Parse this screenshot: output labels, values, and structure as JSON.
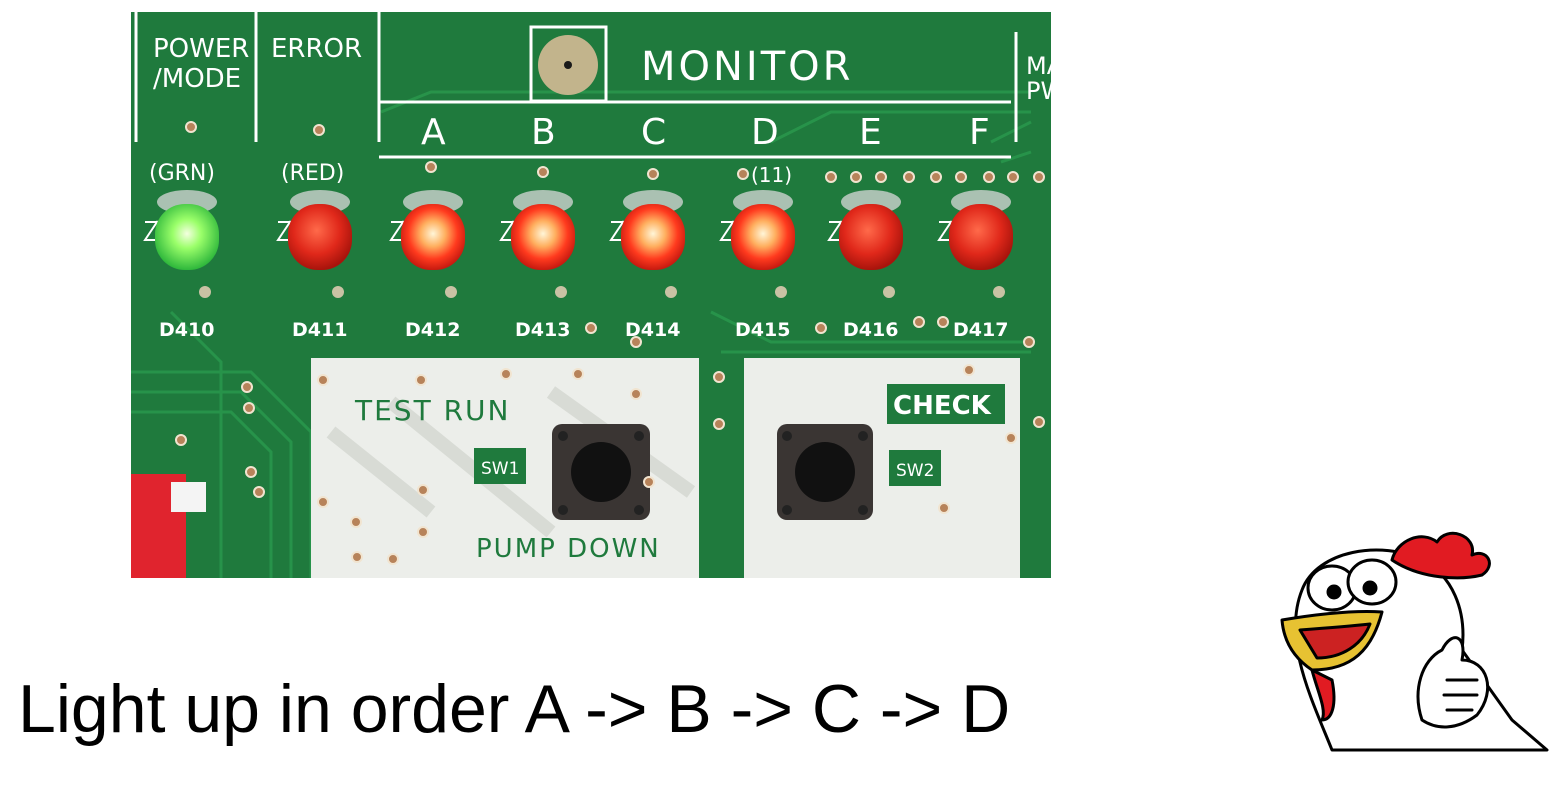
{
  "board": {
    "headers": {
      "power": "POWER",
      "power2": "/MODE",
      "error": "ERROR",
      "monitor": "MONITOR",
      "ma": "MA",
      "pw": "PW"
    },
    "channels": [
      "A",
      "B",
      "C",
      "D",
      "E",
      "F"
    ],
    "led_color_notes": {
      "grn": "(GRN)",
      "red": "(RED)",
      "eleven": "(11)"
    },
    "leds": [
      {
        "label": "D410",
        "color": "#3fe05a",
        "lit": true
      },
      {
        "label": "D411",
        "color": "#e0281a",
        "lit": false
      },
      {
        "label": "D412",
        "color": "#ff3a1e",
        "lit": true
      },
      {
        "label": "D413",
        "color": "#ff3a1e",
        "lit": true
      },
      {
        "label": "D414",
        "color": "#ff3a1e",
        "lit": true
      },
      {
        "label": "D415",
        "color": "#ff3a1e",
        "lit": true
      },
      {
        "label": "D416",
        "color": "#e0281a",
        "lit": false
      },
      {
        "label": "D417",
        "color": "#e0281a",
        "lit": false
      }
    ],
    "left_panel": {
      "top_label": "TEST RUN",
      "switch": "SW1",
      "bottom_label": "PUMP DOWN"
    },
    "right_panel": {
      "top_label": "CHECK",
      "switch": "SW2"
    },
    "colors": {
      "pcb": "#1f7a3d",
      "silk": "#ffffff",
      "panel": "#eceeea",
      "copper": "#b7835a"
    }
  },
  "caption": "Light up in order A -> B -> C -> D"
}
